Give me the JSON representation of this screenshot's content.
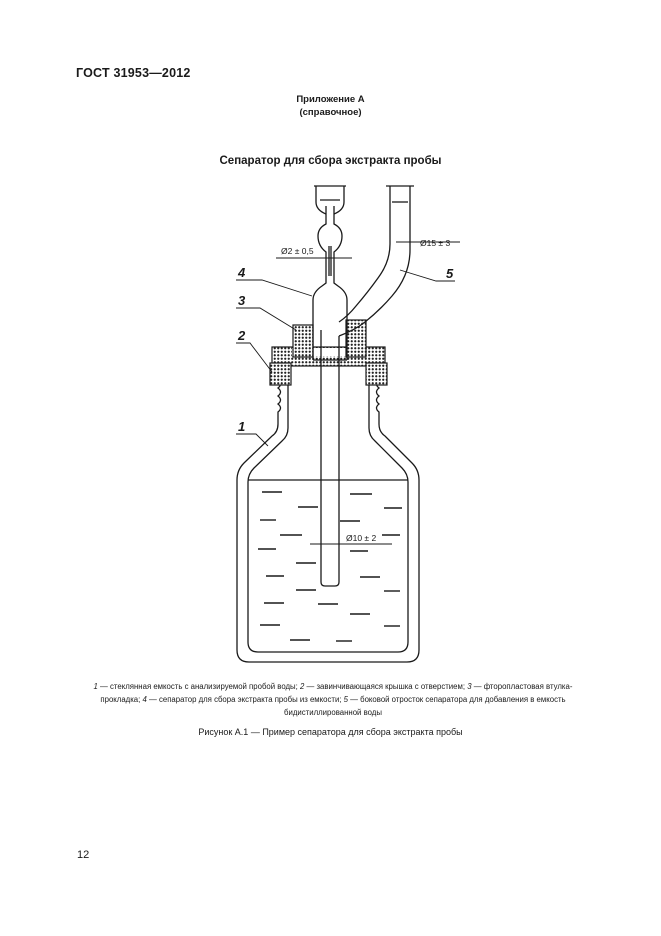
{
  "header": {
    "standard": "ГОСТ  31953—2012"
  },
  "appendix": {
    "title": "Приложение А",
    "subtitle": "(справочное)"
  },
  "figure": {
    "title": "Сепаратор для сбора экстракта пробы",
    "dimensions": {
      "capillary": "Ø2 ± 0,5",
      "side_tube": "Ø15 ± 3",
      "separator_tube": "Ø10 ± 2"
    },
    "callouts": [
      "1",
      "2",
      "3",
      "4",
      "5"
    ],
    "legend": [
      {
        "num": "1",
        "text": "стеклянная емкость с анализируемой пробой воды;"
      },
      {
        "num": "2",
        "text": "завинчивающаяся крышка с отверстием;"
      },
      {
        "num": "3",
        "text": "фторопластовая втулка-прокладка;"
      },
      {
        "num": "4",
        "text": "сепаратор для сбора экстракта пробы из емкости;"
      },
      {
        "num": "5",
        "text": "боковой отросток сепаратора для добавления в емкость бидистиллированной воды"
      }
    ],
    "legend_separator": "—",
    "caption": "Рисунок А.1 — Пример сепаратора для сбора экстракта пробы"
  },
  "footer": {
    "page_number": "12"
  }
}
